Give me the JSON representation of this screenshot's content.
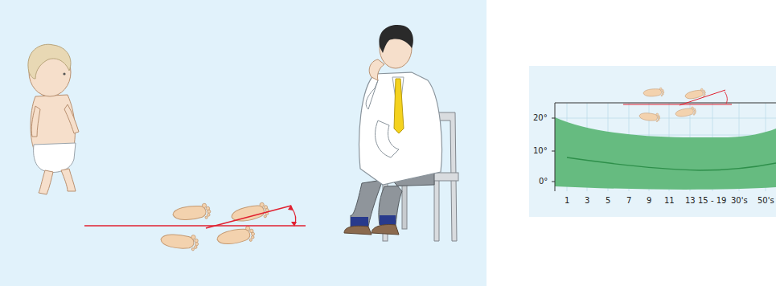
{
  "diagram": {
    "labels": [
      "20°",
      "10°",
      "0°",
      "1",
      "3",
      "5",
      "7",
      "9",
      "11",
      "13",
      "15 - 19",
      "30's",
      "50's"
    ]
  }
}
